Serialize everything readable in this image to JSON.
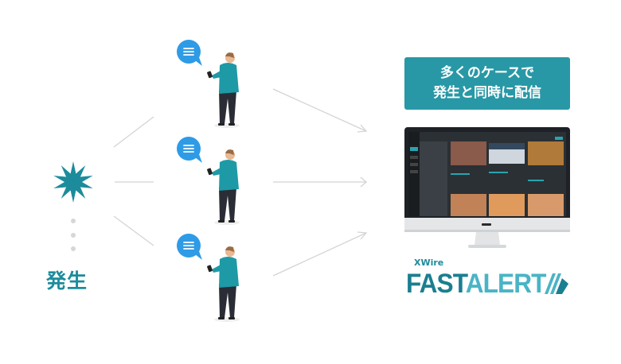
{
  "origin": {
    "label": "発生",
    "icon": "starburst-icon"
  },
  "headline": {
    "line1": "多くのケースで",
    "line2": "発生と同時に配信"
  },
  "logo": {
    "sub": "XWire",
    "main_part1": "FAST",
    "main_part2": "ALERT"
  },
  "colors": {
    "teal": "#1c8c9c",
    "headline_bg": "#2898a6",
    "bubble": "#2e9be6",
    "sweater": "#1d9aa6",
    "pants": "#2a2d36"
  },
  "recipients": [
    {
      "icon": "chat-bubble-icon"
    },
    {
      "icon": "chat-bubble-icon"
    },
    {
      "icon": "chat-bubble-icon"
    }
  ]
}
